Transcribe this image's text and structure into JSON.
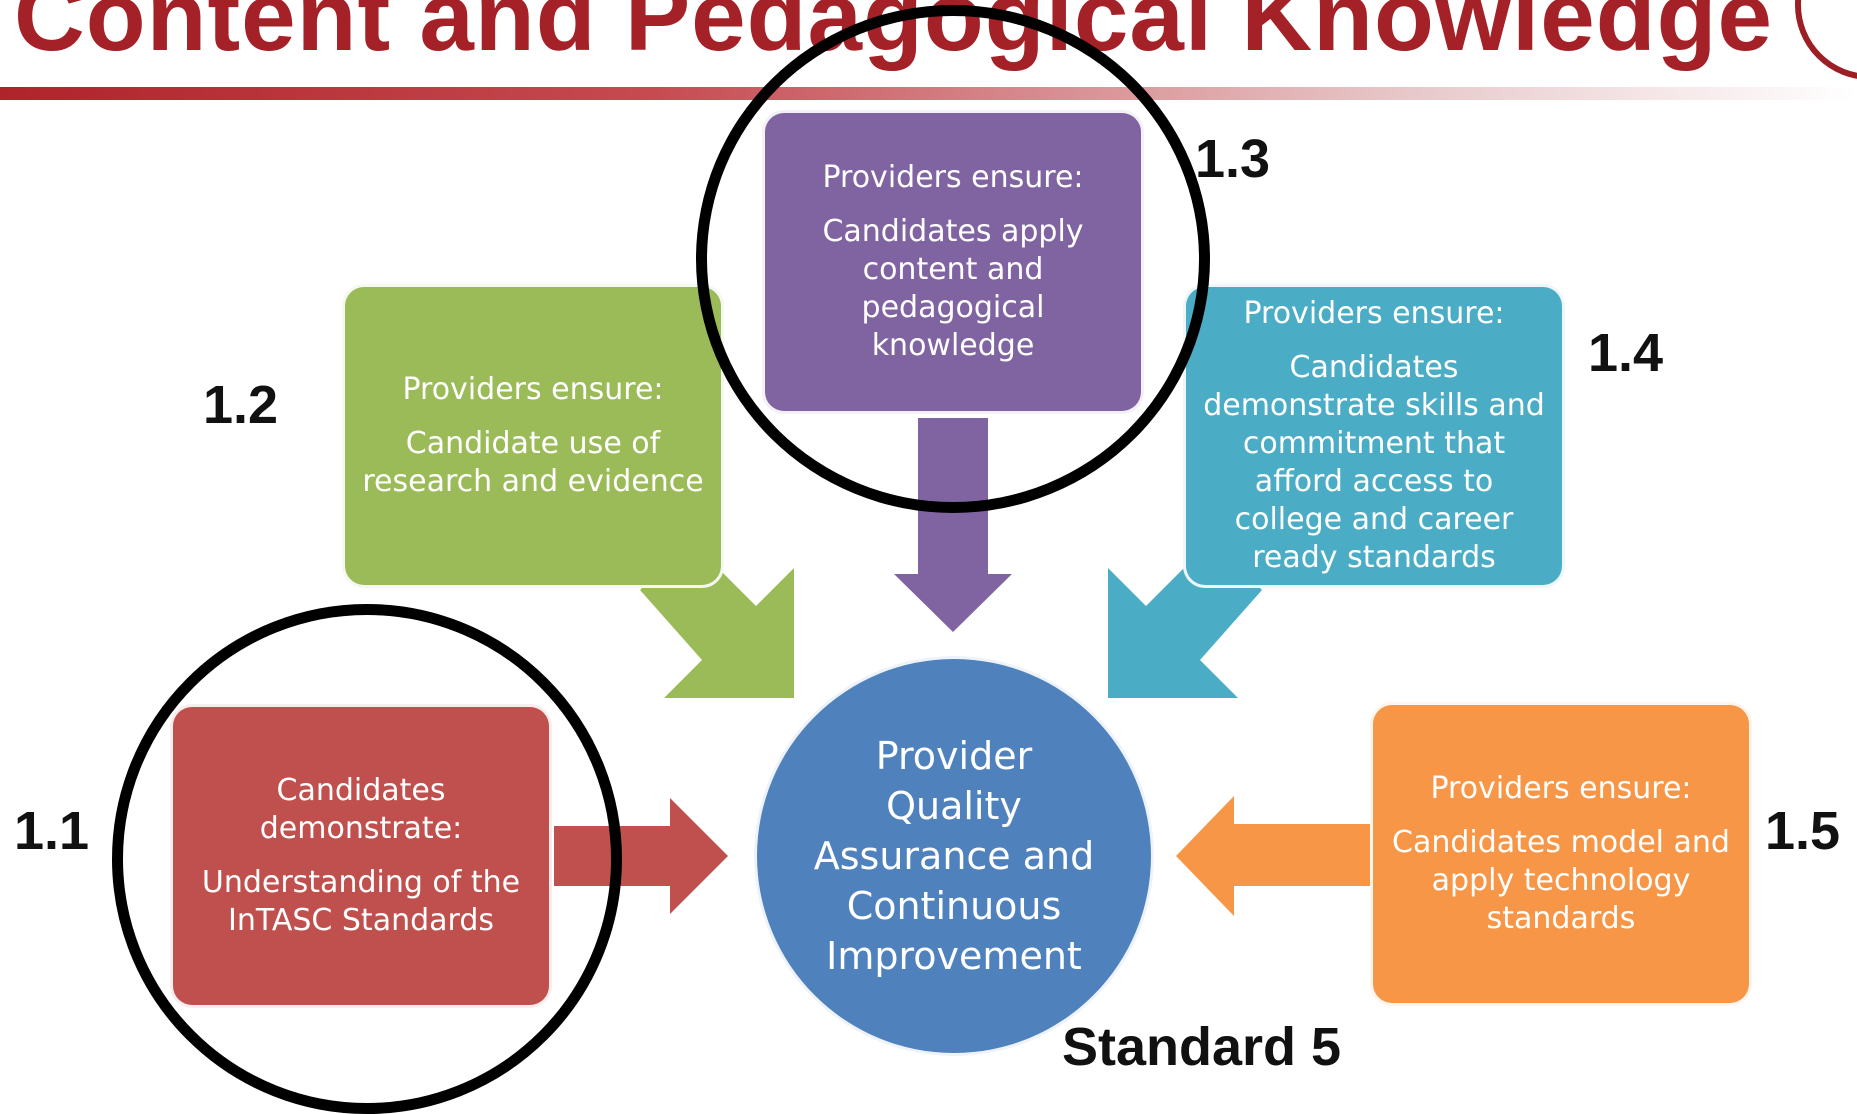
{
  "title": "Content and Pedagogical Knowledge",
  "colors": {
    "title": "#a52128",
    "purple": "#8064a2",
    "green": "#9bbb59",
    "teal": "#4bacc6",
    "red": "#c0504d",
    "orange": "#f79646",
    "blue": "#4f81bd"
  },
  "center": {
    "text": "Provider Quality Assurance and Continuous Improvement"
  },
  "boxes": {
    "c13": {
      "number": "1.3",
      "lead": "Providers ensure:",
      "body": "Candidates apply content and pedagogical knowledge"
    },
    "c12": {
      "number": "1.2",
      "lead": "Providers ensure:",
      "body": "Candidate use of research and evidence"
    },
    "c14": {
      "number": "1.4",
      "lead": "Providers ensure:",
      "body": "Candidates demonstrate skills and commitment that afford access to college and career ready standards"
    },
    "c11": {
      "number": "1.1",
      "lead": "Candidates demonstrate:",
      "body": "Understanding of the InTASC Standards"
    },
    "c15": {
      "number": "1.5",
      "lead": "Providers ensure:",
      "body": "Candidates model and apply technology standards"
    }
  },
  "standard_label": "Standard 5"
}
